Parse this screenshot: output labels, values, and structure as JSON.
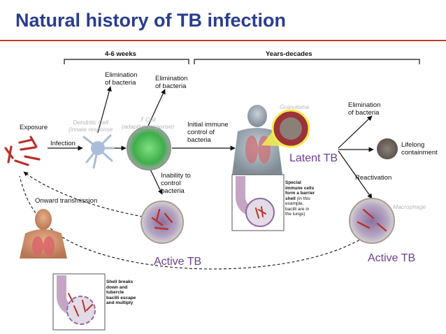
{
  "title": "Natural history of TB infection",
  "bracket_1": "4-6 weeks",
  "bracket_2": "Years-decades",
  "exposure": "Exposure",
  "infection": "Infection",
  "onward_transmission": "Onward transmission",
  "elimination_1": "Elimination\nof bacteria",
  "elimination_2": "Elimination\nof bacteria",
  "elimination_3": "Elimination\nof bacteria",
  "dendritic_cell": "Dendritic Cell\n(innate response",
  "t_cell": "T Cell\n(adaptive response)",
  "initial_control": "Initial immune\ncontrol of\nbacteria",
  "inability": "Inability to\ncontrol\nbacteria",
  "granuloma": "Granuloma",
  "latent_tb": "Latent TB",
  "lifelong": "Lifelong\ncontainment",
  "reactivation": "Reactivation",
  "macrophage": "Macrophage",
  "active_tb_1": "Active TB",
  "active_tb_2": "Active TB",
  "inset_1": {
    "bold": "Special\nimmune cells\nform a barrier\nshell",
    "rest": " (in this\nexample,\nbacilli are in\nthe lungs)"
  },
  "inset_2": {
    "bold": "Shell breaks\ndown and\ntubercle\nbacilli escape\nand multiply"
  },
  "colors": {
    "title": "#2a3d8f",
    "rule": "#c0392b",
    "accent_purple": "#6a3f92",
    "bacteria_red": "#b8322a"
  }
}
